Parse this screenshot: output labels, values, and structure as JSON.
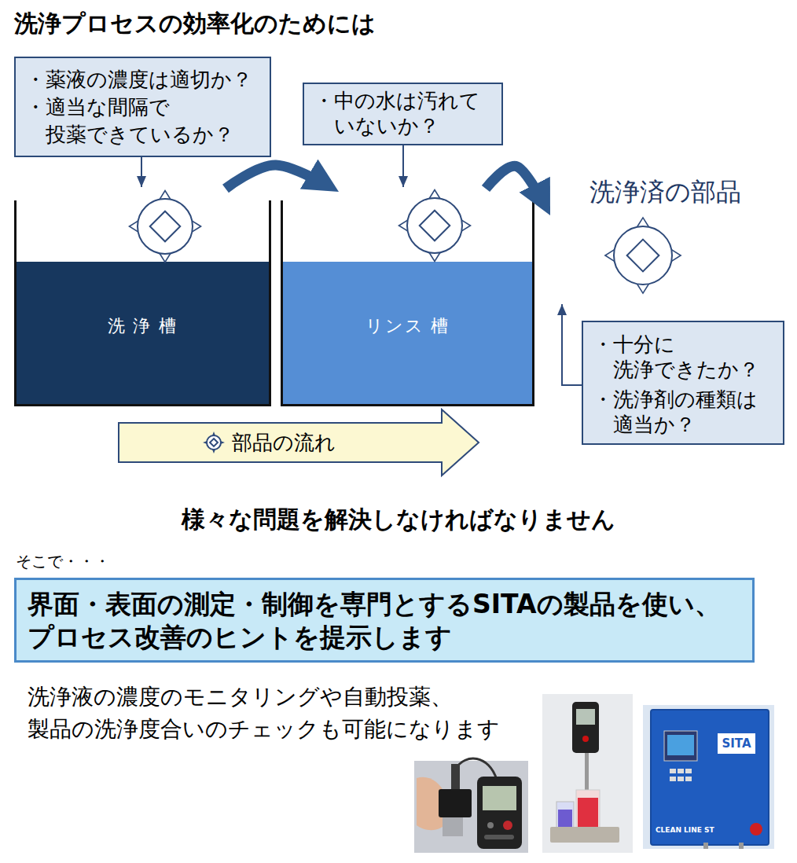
{
  "diagram": {
    "title": "洗浄プロセスの効率化のためには",
    "nodes": [
      {
        "text": [
          "・薬液の濃度は適切か？",
          "・適当な間隔で 投薬できているか？"
        ]
      },
      {
        "text": [
          "・中の水は汚れて いないか？"
        ]
      },
      {
        "text": [
          "洗 浄 槽"
        ]
      },
      {
        "text": [
          "リンス 槽"
        ]
      },
      {
        "text": [
          "洗浄済の部品"
        ]
      },
      {
        "text": [
          "・十分に 洗浄できたか？",
          "・洗浄剤の種類は 適当か？"
        ]
      },
      {
        "text": [
          "部品の流れ"
        ]
      },
      {
        "text": [
          "界面・表面の測定・制御を専門とするSITAの製品を使い、 プロセス改善のヒントを提示します"
        ]
      }
    ],
    "edges": [
      {
        "from": 0,
        "to": 2,
        "arrow": "to"
      },
      {
        "from": 1,
        "to": 3,
        "arrow": "to"
      },
      {
        "from": 2,
        "to": 3,
        "arrow": "to"
      },
      {
        "from": 3,
        "to": 4,
        "arrow": "to"
      },
      {
        "from": 5,
        "to": 4,
        "arrow": "to"
      }
    ],
    "labels": [
      "様々な問題を解決しなければなりません",
      "そこで・・・",
      "洗浄液の濃度のモニタリングや自動投薬、 製品の洗浄度合いのチェックも可能になります",
      "SITA",
      "CLEAN LINE ST"
    ]
  }
}
